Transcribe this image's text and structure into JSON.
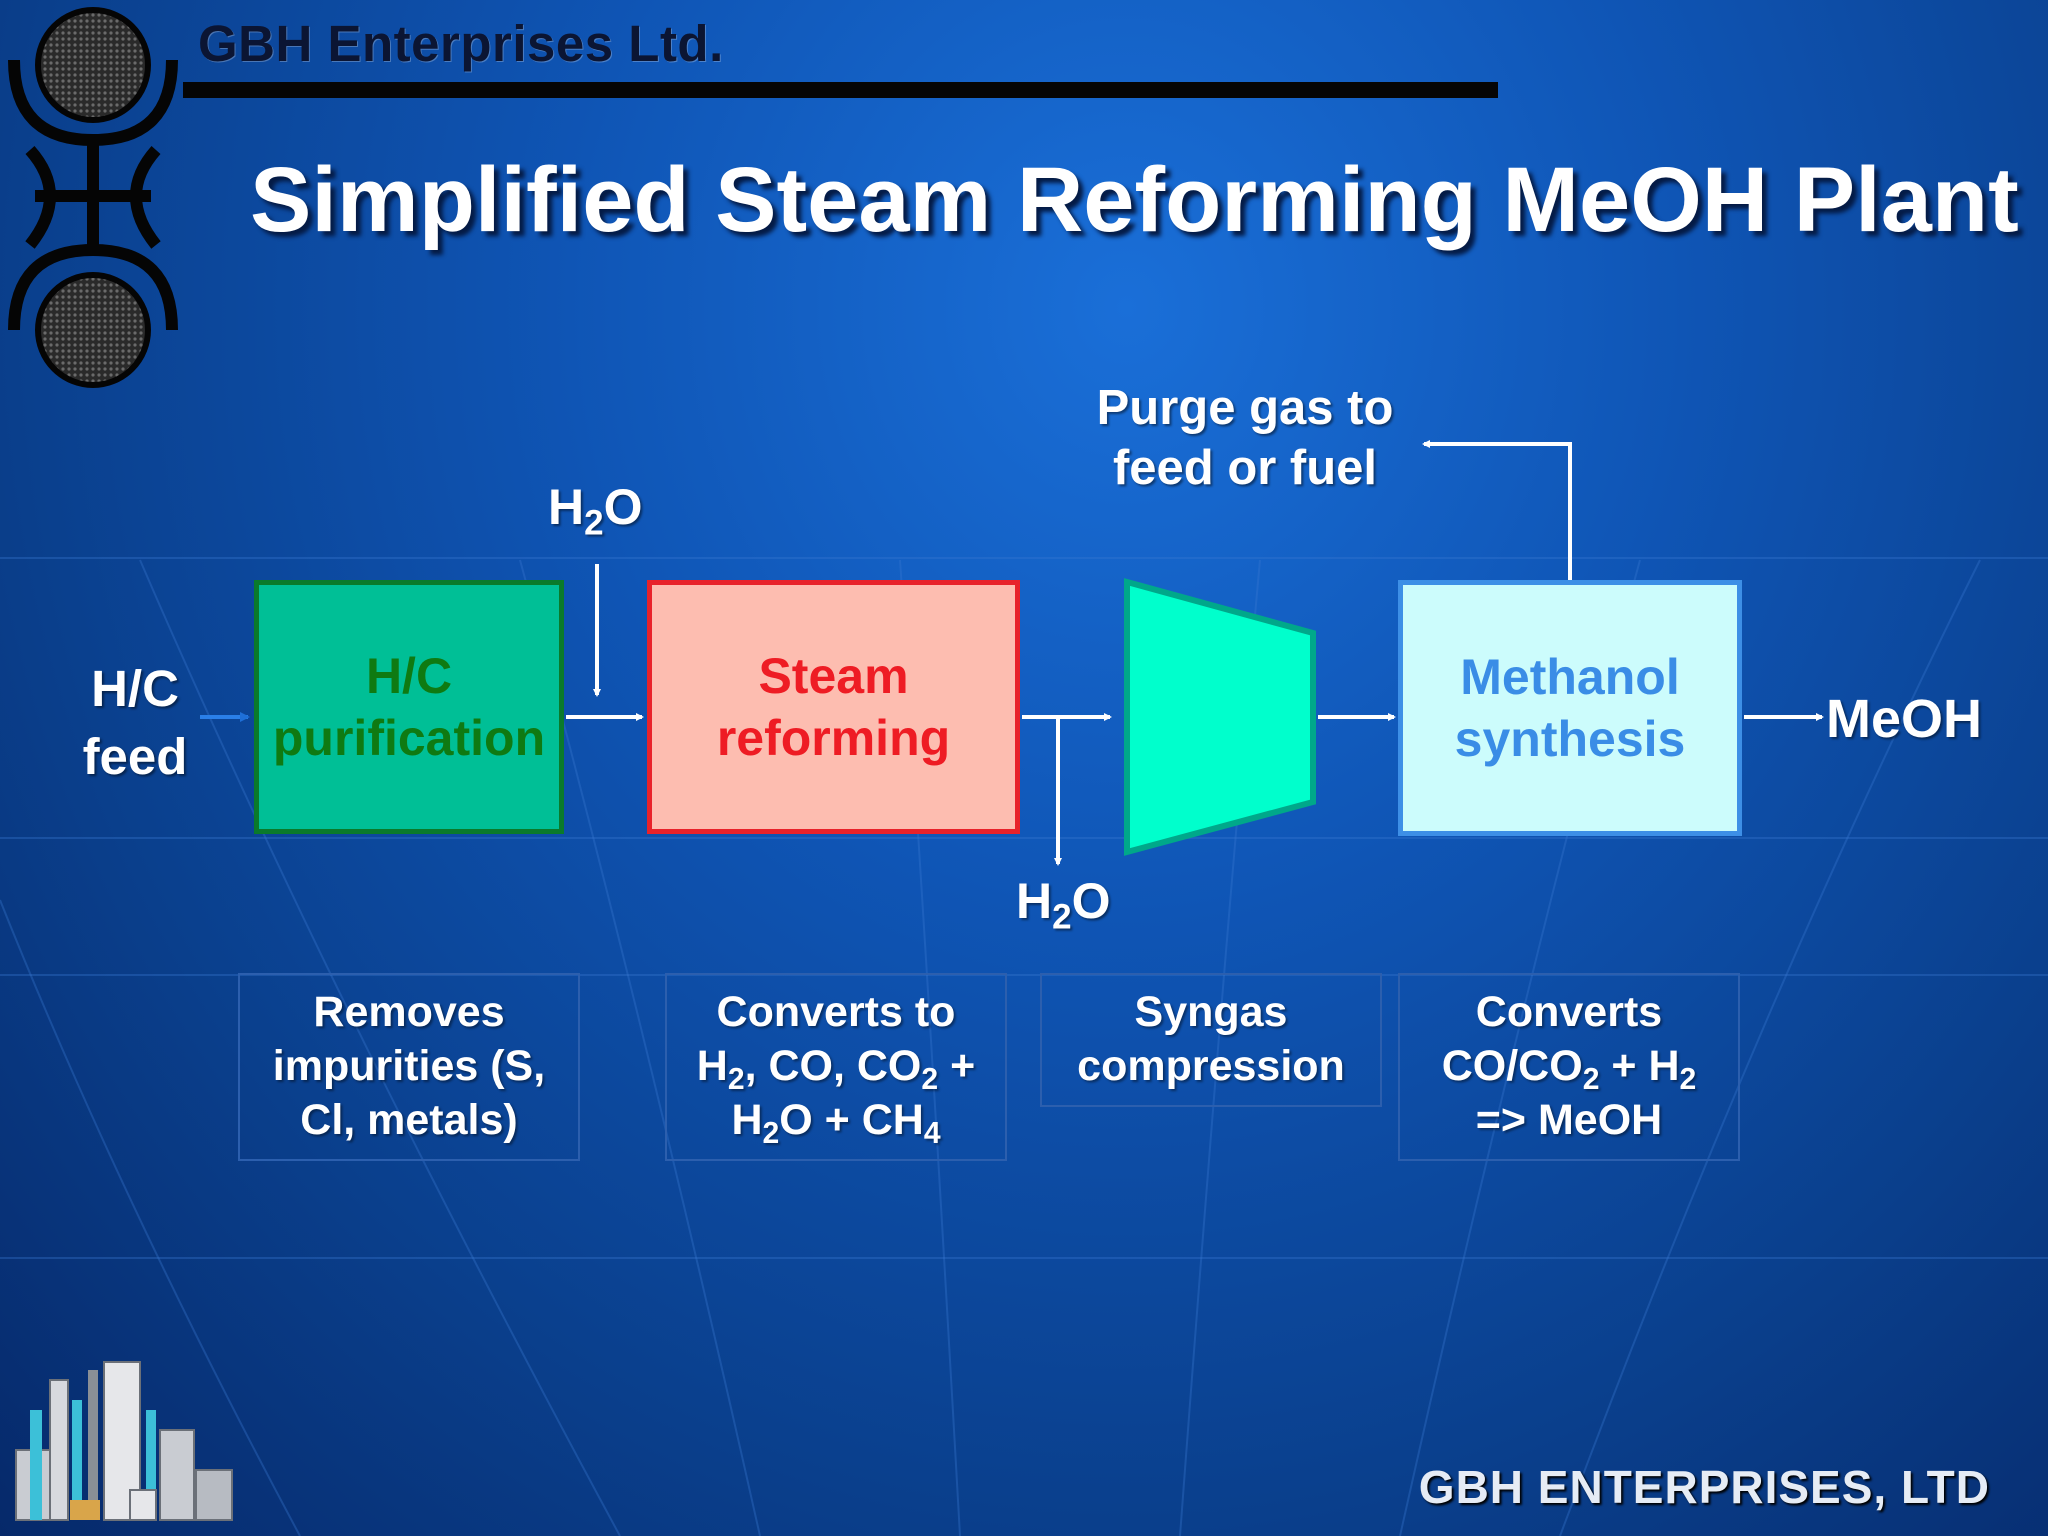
{
  "header": {
    "company": "GBH Enterprises Ltd.",
    "title": "Simplified Steam Reforming MeOH Plant"
  },
  "diagram": {
    "feed": [
      "H/C",
      "feed"
    ],
    "water_in": {
      "text": "H",
      "sub": "2",
      "tail": "O"
    },
    "water_out": {
      "text": "H",
      "sub": "2",
      "tail": "O"
    },
    "purge": [
      "Purge gas to",
      "feed or fuel"
    ],
    "product": "MeOH",
    "units": [
      {
        "lines": [
          "H/C",
          "purification"
        ],
        "fill": "#00bf96",
        "border": "#0a7a2b",
        "text_color": "#0f7a12"
      },
      {
        "lines": [
          "Steam",
          "reforming"
        ],
        "fill": "#fdbdb0",
        "border": "#e8222a",
        "text_color": "#ee1c24"
      },
      {
        "lines": [
          "Methanol",
          "synthesis"
        ],
        "fill": "#ccfcfc",
        "border": "#3d8fe6",
        "text_color": "#3a8de6"
      }
    ],
    "compressor": {
      "fill": "#00ffcc",
      "border": "#00a88a"
    },
    "descriptions": [
      {
        "lines": [
          "Removes",
          "impurities (S,",
          "Cl, metals)"
        ]
      },
      {
        "lines": [
          "Converts to",
          "H2, CO, CO2 +",
          "H2O + CH4"
        ]
      },
      {
        "lines": [
          "Syngas",
          "compression"
        ]
      },
      {
        "lines": [
          "Converts",
          "CO/CO2 + H2",
          "=> MeOH"
        ]
      }
    ]
  },
  "footer": "GBH ENTERPRISES, LTD"
}
